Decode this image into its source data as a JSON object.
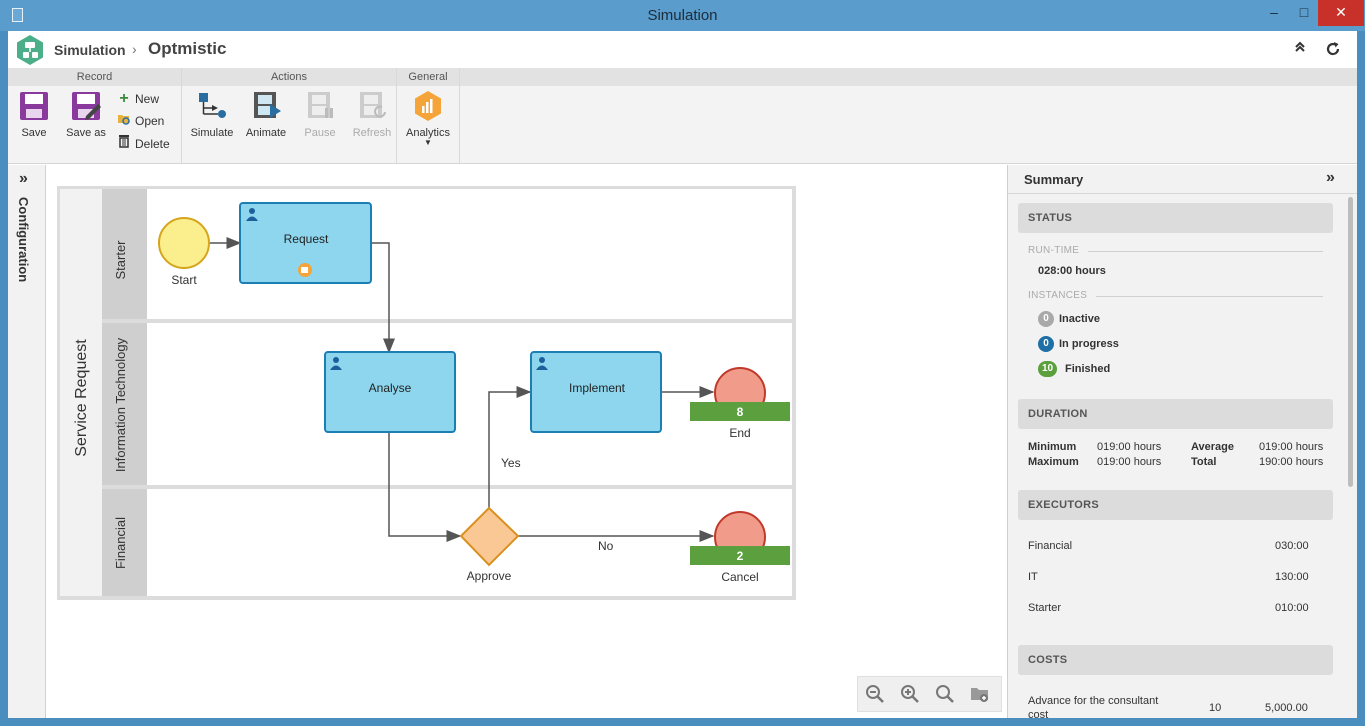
{
  "window": {
    "title": "Simulation",
    "minimize": "–",
    "maximize": "□",
    "close": "✕"
  },
  "header": {
    "breadcrumb_root": "Simulation",
    "separator": "›",
    "title": "Optmistic"
  },
  "ribbon": {
    "groups": {
      "record": "Record",
      "actions": "Actions",
      "general": "General"
    },
    "record": {
      "save": "Save",
      "save_as": "Save as",
      "new": "New",
      "open": "Open",
      "delete": "Delete"
    },
    "actions": {
      "simulate": "Simulate",
      "animate": "Animate",
      "pause": "Pause",
      "refresh": "Refresh"
    },
    "general": {
      "analytics": "Analytics"
    }
  },
  "left_rail": {
    "label": "Configuration"
  },
  "diagram": {
    "pool": "Service Request",
    "lanes": {
      "starter": "Starter",
      "it": "Information Technology",
      "financial": "Financial"
    },
    "nodes": {
      "start": "Start",
      "request": "Request",
      "analyse": "Analyse",
      "implement": "Implement",
      "approve": "Approve",
      "end": "End",
      "cancel": "Cancel"
    },
    "end_count": "8",
    "cancel_count": "2",
    "flows": {
      "yes": "Yes",
      "no": "No"
    }
  },
  "summary": {
    "title": "Summary",
    "status": {
      "header": "STATUS",
      "runtime_label": "RUN-TIME",
      "runtime_value": "028:00 hours",
      "instances_label": "INSTANCES",
      "inactive_count": "0",
      "inactive_label": "Inactive",
      "in_progress_count": "0",
      "in_progress_label": "In progress",
      "finished_count": "10",
      "finished_label": "Finished"
    },
    "duration": {
      "header": "DURATION",
      "minimum_label": "Minimum",
      "minimum_value": "019:00 hours",
      "maximum_label": "Maximum",
      "maximum_value": "019:00 hours",
      "average_label": "Average",
      "average_value": "019:00 hours",
      "total_label": "Total",
      "total_value": "190:00 hours"
    },
    "executors": {
      "header": "EXECUTORS",
      "rows": [
        {
          "name": "Financial",
          "value": "030:00"
        },
        {
          "name": "IT",
          "value": "130:00"
        },
        {
          "name": "Starter",
          "value": "010:00"
        }
      ]
    },
    "costs": {
      "header": "COSTS",
      "rows": [
        {
          "name": "Advance for the consultant cost",
          "qty": "10",
          "value": "5,000.00"
        }
      ]
    }
  },
  "colors": {
    "task_fill": "#8dd6ee",
    "task_stroke": "#1c7fb3",
    "start_fill": "#fbee8c",
    "start_stroke": "#d6a51e",
    "end_fill": "#f19b8a",
    "end_stroke": "#c03a2b",
    "gateway_fill": "#f9c895",
    "gateway_stroke": "#d9901f",
    "count_bar": "#5b9f3f",
    "pill_gray": "#a9a9a9",
    "pill_blue": "#1d6fa6",
    "pill_green": "#5b9f3f"
  }
}
